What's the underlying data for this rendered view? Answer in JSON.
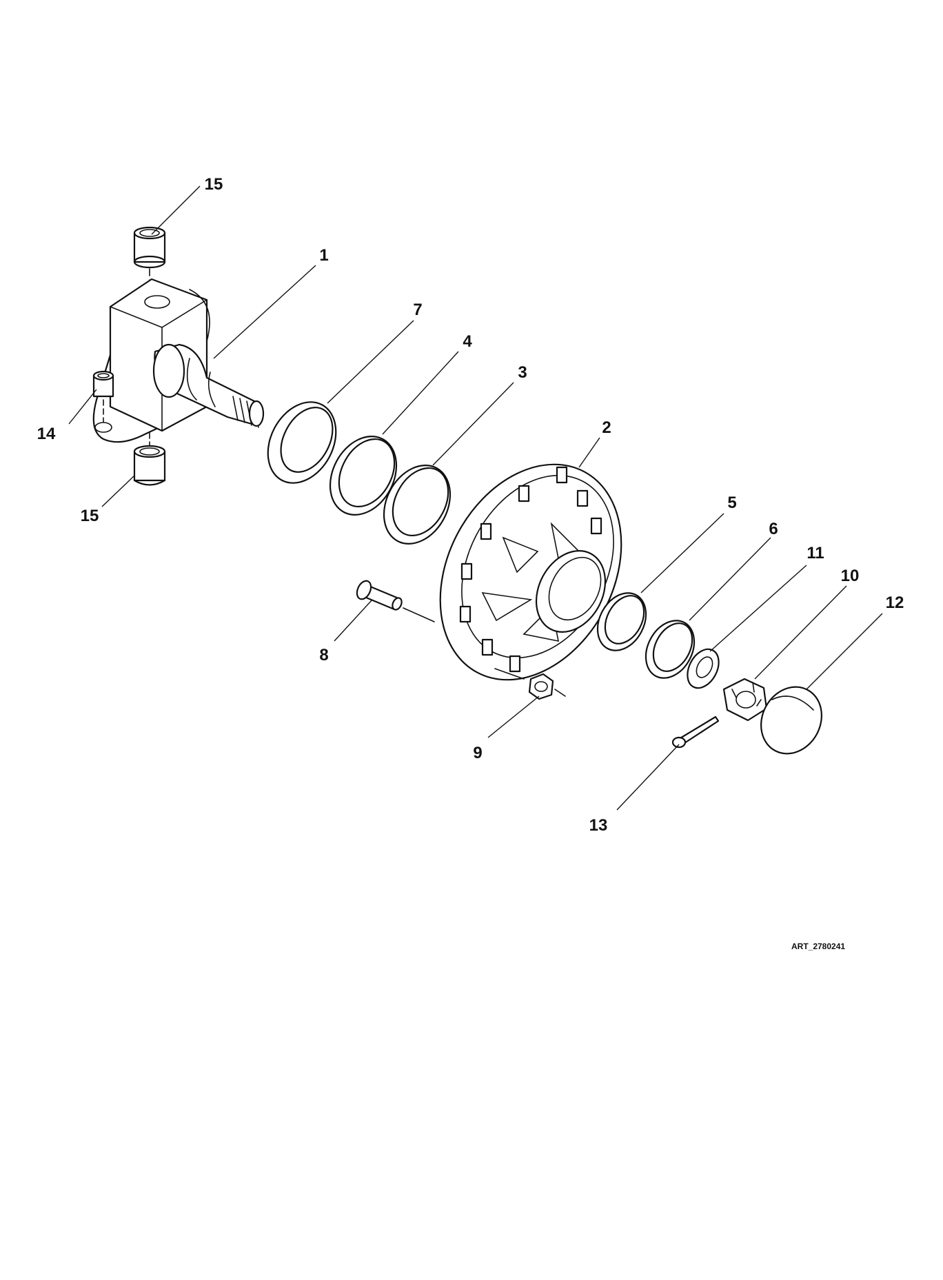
{
  "callouts": [
    "1",
    "2",
    "3",
    "4",
    "5",
    "6",
    "7",
    "8",
    "9",
    "10",
    "11",
    "12",
    "13",
    "14",
    "15",
    "15"
  ],
  "art_reference": "ART_2780241"
}
